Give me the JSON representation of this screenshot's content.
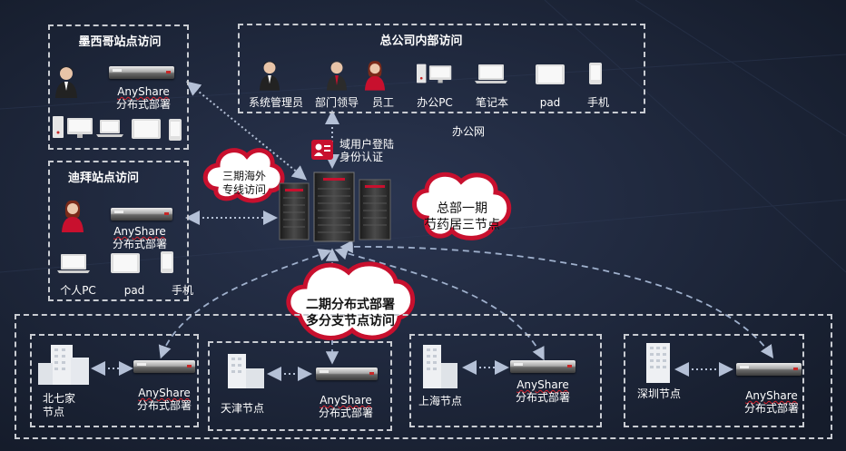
{
  "groups": {
    "mexico": {
      "title": "墨西哥站点访问",
      "anyshare": "AnyShare",
      "deploy": "分布式部署"
    },
    "dubai": {
      "title": "迪拜站点访问",
      "anyshare": "AnyShare",
      "deploy": "分布式部署",
      "devices": [
        "个人PC",
        "pad",
        "手机"
      ]
    },
    "hq": {
      "title": "总公司内部访问",
      "roles": [
        "系统管理员",
        "部门领导",
        "员工"
      ],
      "devices": [
        "办公PC",
        "笔记本",
        "pad",
        "手机"
      ],
      "network": "办公网"
    }
  },
  "auth": {
    "line1": "域用户登陆",
    "line2": "身份认证"
  },
  "clouds": {
    "overseas": {
      "line1": "三期海外",
      "line2": "专线访问"
    },
    "hq_phase1": {
      "line1": "总部一期",
      "line2": "芍药居三节点"
    },
    "phase2": {
      "line1": "二期分布式部署",
      "line2": "多分支节点访问"
    }
  },
  "branches": [
    {
      "node_line1": "北七家",
      "node_line2": "节点",
      "anyshare": "AnyShare",
      "deploy": "分布式部署"
    },
    {
      "node_line1": "天津节点",
      "node_line2": "",
      "anyshare": "AnyShare",
      "deploy": "分布式部署"
    },
    {
      "node_line1": "上海节点",
      "node_line2": "",
      "anyshare": "AnyShare",
      "deploy": "分布式部署"
    },
    {
      "node_line1": "深圳节点",
      "node_line2": "",
      "anyshare": "AnyShare",
      "deploy": "分布式部署"
    }
  ],
  "colors": {
    "background": "#1b2436",
    "cloud_border": "#c8102e",
    "arrow": "#b4c0d6",
    "dashed_box": "#c9ccd2"
  }
}
